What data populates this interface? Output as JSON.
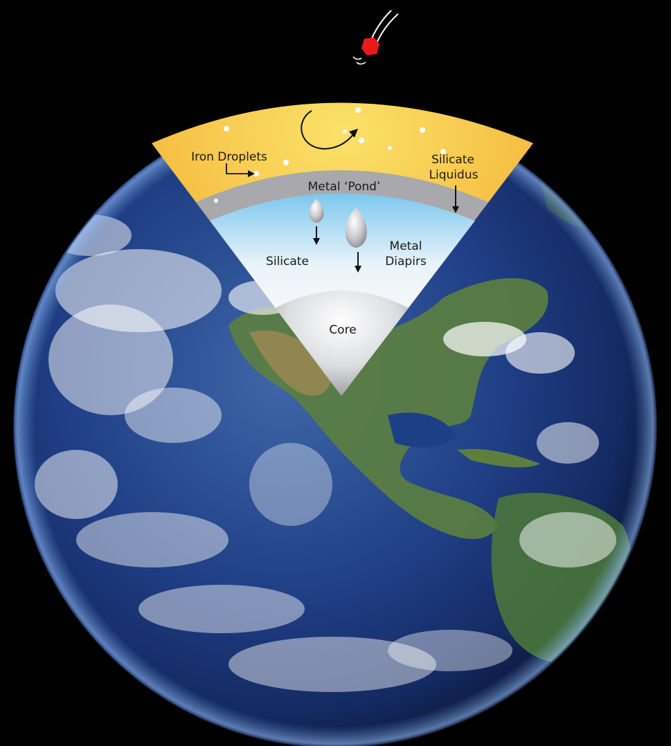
{
  "labels": {
    "iron_droplets": "Iron Droplets",
    "metal_pond": "Metal ‘Pond’",
    "silicate_liquidus_line1": "Silicate",
    "silicate_liquidus_line2": "Liquidus",
    "silicate": "Silicate",
    "metal_diapirs_line1": "Metal",
    "metal_diapirs_line2": "Diapirs",
    "core": "Core"
  },
  "colors": {
    "background": "#000000",
    "magma_ocean": "#f1b236",
    "metal_pond": "#a9a9ad",
    "silicate_mantle": "#8fd0ee",
    "core": "#d9dadd",
    "impactor": "#e81b1b",
    "ocean": "#1c3f86",
    "land": "#4f7a3c"
  },
  "icons": {
    "impactor": "meteor-icon",
    "convection": "curved-arrow-icon"
  }
}
